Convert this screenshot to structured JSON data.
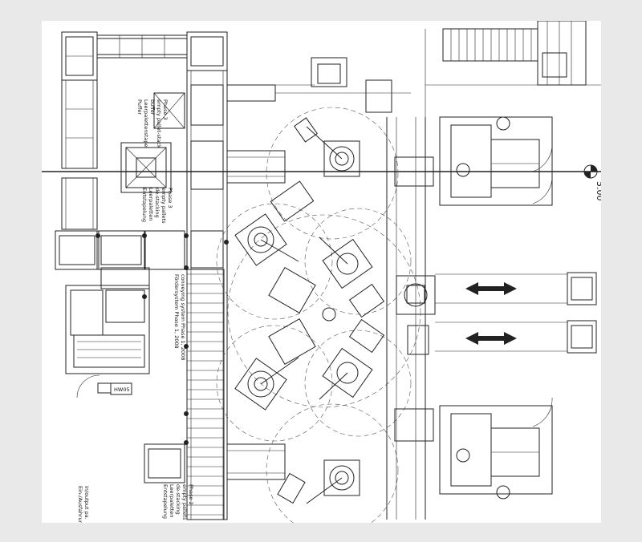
{
  "labels": {
    "buffer_phase3": [
      "Puffer",
      "Leerpalettenstapel",
      "buffer",
      "empty pallet-stack",
      "Phase 3"
    ],
    "destacking_phase3": [
      "Entstapelung",
      "Leerpaletten",
      "de-stacking",
      "empty pallets",
      "Phase 3"
    ],
    "conveying_phase1": [
      "Fördersystem Phase 1, 2008",
      "conveying system Phase 1, 2008"
    ],
    "destacking_phase2": [
      "Entstapelung",
      "Leerpaletten",
      "de-stacking",
      "empty pallets",
      "Phase 2"
    ],
    "infeed_outfeed": [
      "Ein-/Ausfahrung Pal.",
      "in/output pa."
    ],
    "box_label": "HW05",
    "elevation_mark": "5.00"
  }
}
